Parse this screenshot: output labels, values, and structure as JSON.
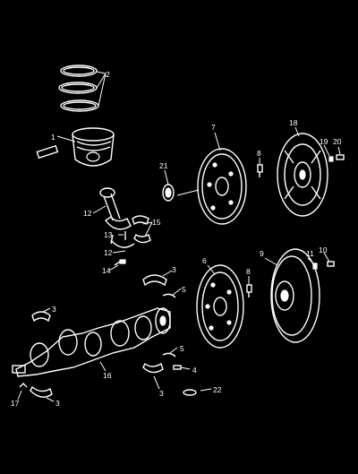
{
  "callouts": {
    "c1": "1",
    "c2": "2",
    "c3a": "3",
    "c3b": "3",
    "c3c": "3",
    "c3d": "3",
    "c4": "4",
    "c5a": "5",
    "c5b": "5",
    "c6": "6",
    "c7": "7",
    "c8a": "8",
    "c8b": "8",
    "c9": "9",
    "c10": "10",
    "c11": "11",
    "c12a": "12",
    "c12b": "12",
    "c13": "13",
    "c14": "14",
    "c15": "15",
    "c16": "16",
    "c17": "17",
    "c18": "18",
    "c19": "19",
    "c20": "20",
    "c21": "21",
    "c22": "22"
  },
  "colors": {
    "background": "#000000",
    "line_art": "#ffffff"
  }
}
